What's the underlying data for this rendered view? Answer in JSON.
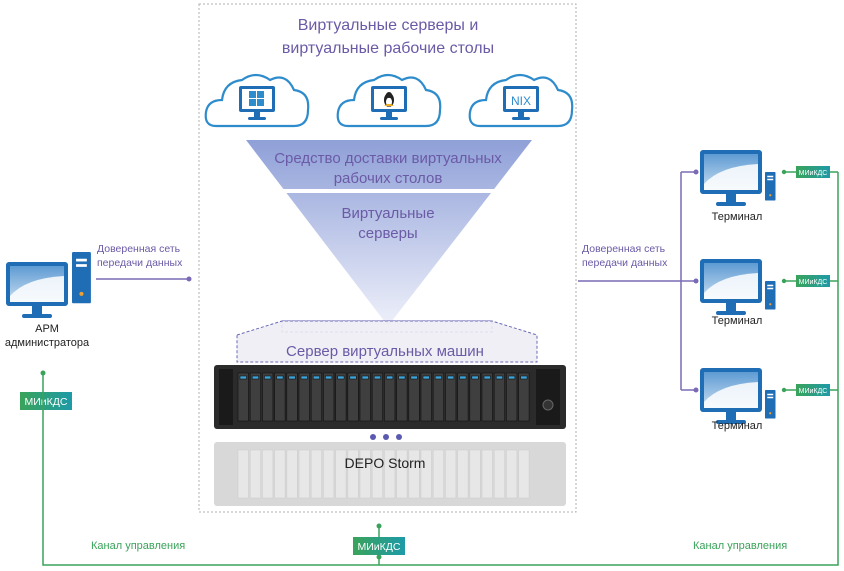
{
  "header": {
    "title_line1": "Виртуальные серверы и",
    "title_line2": "виртуальные рабочие столы"
  },
  "clouds": [
    {
      "os_icon": "windows-icon",
      "label": ""
    },
    {
      "os_icon": "linux-icon",
      "label": ""
    },
    {
      "os_icon": "nix-icon",
      "label": "NIX"
    }
  ],
  "funnel": {
    "delivery_line1": "Средство доставки виртуальных",
    "delivery_line2": "рабочих столов",
    "servers_line1": "Виртуальные",
    "servers_line2": "серверы",
    "vm_server": "Сервер виртуальных машин",
    "storage": "DEPO Storm"
  },
  "left": {
    "network_line1": "Доверенная сеть",
    "network_line2": "передачи данных",
    "workstation_line1": "АРМ",
    "workstation_line2": "администратора",
    "badge": "МИиКДС"
  },
  "right": {
    "network_line1": "Доверенная сеть",
    "network_line2": "передачи данных",
    "terminals": [
      "Терминал",
      "Терминал",
      "Терминал"
    ],
    "badges": [
      "МИиКДС",
      "МИиКДС",
      "МИиКДС"
    ]
  },
  "bottom": {
    "control_left": "Канал управления",
    "control_right": "Канал управления",
    "badge": "МИиКДС"
  },
  "colors": {
    "accent_purple": "#6b5aa6",
    "cloud_blue": "#2f8ccc",
    "badge_green": "#3aa35a",
    "badge_teal": "#1e9aa8",
    "funnel_top": "#8fa0d8",
    "funnel_bottom": "#e9ecf8"
  }
}
